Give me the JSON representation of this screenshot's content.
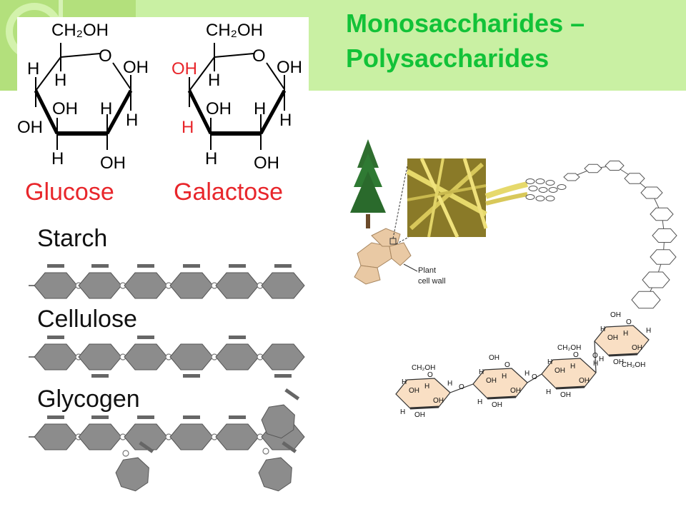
{
  "title": {
    "line1": "Monosaccharides –",
    "line2": "Polysaccharides"
  },
  "glucose": {
    "name": "Glucose",
    "ch2oh": "CH₂OH",
    "ring_o": "O",
    "h_left": "H",
    "h_c5": "H",
    "oh_c1": "OH",
    "oh_c3": "OH",
    "h_c2": "H",
    "oh_c4": "OH",
    "h_c1": "H",
    "h_bottom": "H",
    "oh_c2": "OH"
  },
  "galactose": {
    "name": "Galactose",
    "ch2oh": "CH₂OH",
    "ring_o": "O",
    "oh_c4_top": "OH",
    "h_c5": "H",
    "oh_c1": "OH",
    "oh_c3": "OH",
    "h_c2": "H",
    "h_c4": "H",
    "h_c1": "H",
    "h_bottom": "H",
    "oh_c2": "OH"
  },
  "polymers": {
    "starch": "Starch",
    "cellulose": "Cellulose",
    "glycogen": "Glycogen"
  },
  "cellulose_figure": {
    "label_line1": "Plant",
    "label_line2": "cell wall",
    "h": "H",
    "oh": "OH",
    "o": "O",
    "ch2oh": "CH₂OH"
  },
  "colors": {
    "title": "#12c238",
    "banner": "#c9f0a3",
    "sugar_name": "#e8262b",
    "monomer": "#8c8c8c",
    "ring_fill": "#f9dfc4"
  }
}
